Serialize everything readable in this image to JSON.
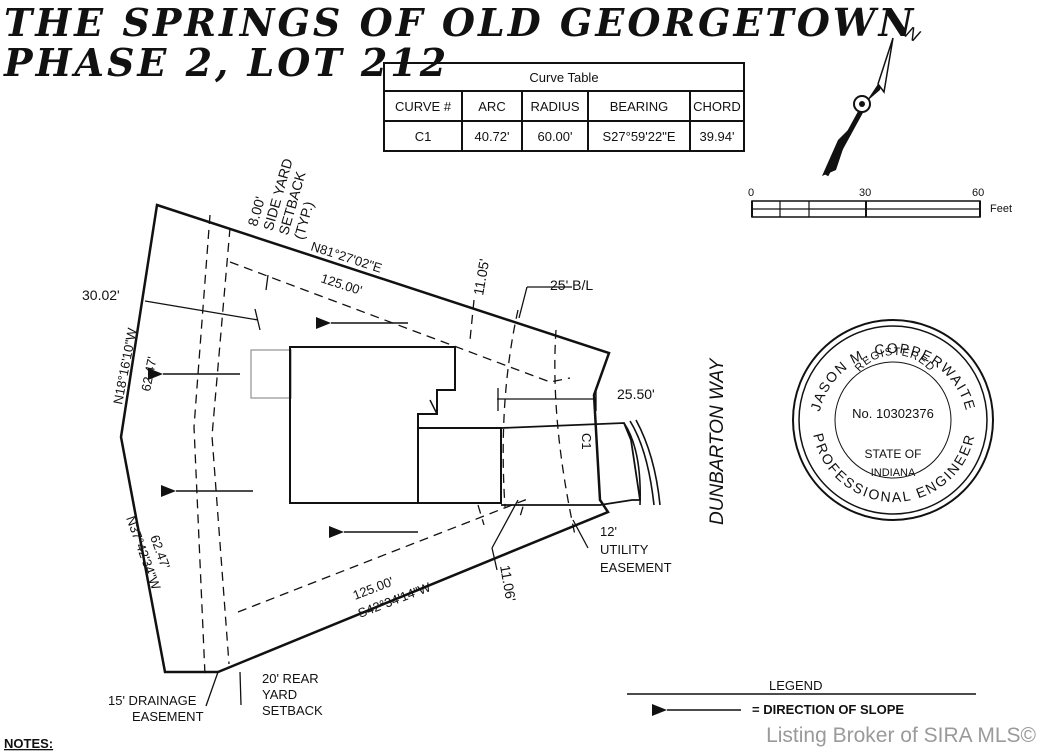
{
  "title": {
    "line1": "THE SPRINGS OF OLD GEORGETOWN",
    "line2": "PHASE 2, LOT 212"
  },
  "curve_table": {
    "caption": "Curve Table",
    "headers": [
      "CURVE #",
      "ARC",
      "RADIUS",
      "BEARING",
      "CHORD"
    ],
    "row": [
      "C1",
      "40.72'",
      "60.00'",
      "S27°59'22\"E",
      "39.94'"
    ]
  },
  "north_arrow": {
    "label": "N"
  },
  "scale_bar": {
    "ticks": [
      "0",
      "30",
      "60"
    ],
    "unit": "Feet"
  },
  "plat": {
    "bearings": {
      "north": "N81°27'02\"E",
      "west": "N18°16'10\"W",
      "southwest": "N37°42'34\"W",
      "south": "S42°34'14\"W"
    },
    "distances": {
      "north": "125.00'",
      "west": "62.47'",
      "southwest": "62.47'",
      "south": "125.00'",
      "left_offset": "30.02'",
      "north_offset": "11.05'",
      "front_offset": "25.50'",
      "south_offset": "11.06'"
    },
    "labels": {
      "side_setback": [
        "8.00'",
        "SIDE YARD",
        "SETBACK",
        "(TYP.)"
      ],
      "building_line": "25' B/L",
      "curve": "C1",
      "utility": [
        "12'",
        "UTILITY",
        "EASEMENT"
      ],
      "drainage": [
        "15' DRAINAGE",
        "EASEMENT"
      ],
      "rear": [
        "20' REAR",
        "YARD",
        "SETBACK"
      ],
      "street": "DUNBARTON WAY"
    }
  },
  "seal": {
    "name": "JASON M. COPPERWAITE",
    "registered": "REGISTERED",
    "number": "No. 10302376",
    "state_line1": "STATE OF",
    "state_line2": "INDIANA",
    "bottom": "PROFESSIONAL ENGINEER"
  },
  "legend": {
    "title": "LEGEND",
    "item": "= DIRECTION OF SLOPE"
  },
  "notes": "NOTES:",
  "watermark": "Listing Broker of SIRA MLS©"
}
